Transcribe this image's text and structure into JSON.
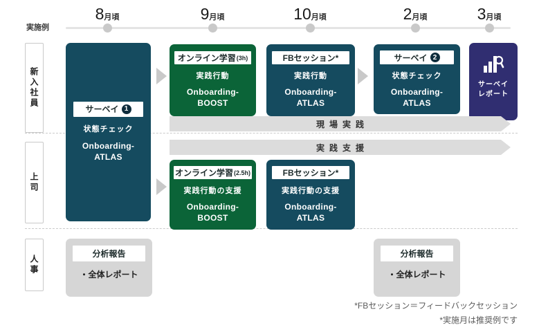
{
  "header": {
    "axis_label": "実施例"
  },
  "timeline": {
    "months": [
      {
        "num": "8",
        "suffix": "月頃"
      },
      {
        "num": "9",
        "suffix": "月頃"
      },
      {
        "num": "10",
        "suffix": "月頃"
      },
      {
        "num": "2",
        "suffix": "月頃"
      },
      {
        "num": "3",
        "suffix": "月頃"
      }
    ]
  },
  "rows": [
    {
      "label": "新入社員"
    },
    {
      "label": "上司"
    },
    {
      "label": "人事"
    }
  ],
  "boxes": {
    "survey1": {
      "label": "サーベイ",
      "badge": "1",
      "check": "状態チェック",
      "product1": "Onboarding-",
      "product2": "ATLAS"
    },
    "learning1": {
      "label": "オンライン学習",
      "hours": "(3h)",
      "action": "実践行動",
      "product1": "Onboarding-",
      "product2": "BOOST"
    },
    "fb1": {
      "label": "FBセッション*",
      "action": "実践行動",
      "product1": "Onboarding-",
      "product2": "ATLAS"
    },
    "survey2": {
      "label": "サーベイ",
      "badge": "2",
      "check": "状態チェック",
      "product1": "Onboarding-",
      "product2": "ATLAS"
    },
    "report": {
      "line1": "サーベイ",
      "line2": "レポート",
      "icon": "bar-chart-magnifier-icon"
    },
    "learning2": {
      "label": "オンライン学習",
      "hours": "(2.5h)",
      "action": "実践行動の支援",
      "product1": "Onboarding-",
      "product2": "BOOST"
    },
    "fb2": {
      "label": "FBセッション*",
      "action": "実践行動の支援",
      "product1": "Onboarding-",
      "product2": "ATLAS"
    },
    "analysis1": {
      "label": "分析報告",
      "item": "・全体レポート"
    },
    "analysis2": {
      "label": "分析報告",
      "item": "・全体レポート"
    }
  },
  "bands": {
    "practice": "現場実践",
    "support": "実践支援"
  },
  "footnotes": [
    "*FBセッション＝フィードバックセッション",
    "*実施月は推奨例です"
  ],
  "colors": {
    "teal": "#154b5f",
    "green": "#0b6438",
    "purple": "#302e71",
    "band_gray": "#dcdcdc",
    "box_gray": "#d6d6d6",
    "dot_gray": "#c9c9c9"
  }
}
